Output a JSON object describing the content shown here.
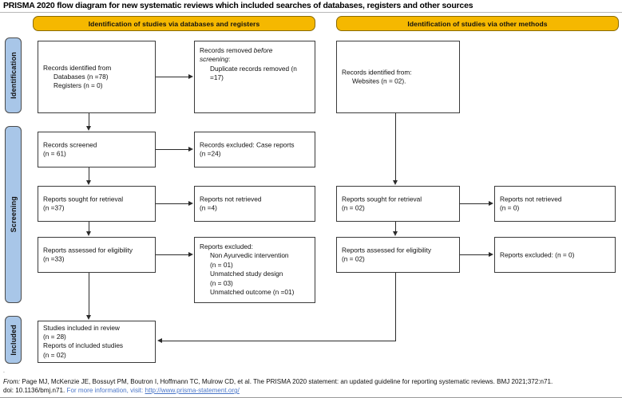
{
  "page": {
    "title": "PRISMA 2020 flow diagram for new systematic reviews which included searches of databases, registers and other sources",
    "tick_mark": "."
  },
  "colors": {
    "banner_fill": "#f5b800",
    "banner_border": "#8a6a00",
    "stage_fill": "#a8c6e8",
    "box_border": "#3b3b3b",
    "link": "#4a76c8"
  },
  "banners": [
    {
      "id": "databases-registers",
      "label": "Identification of studies via databases and registers"
    },
    {
      "id": "other-methods",
      "label": "Identification of studies via other methods"
    }
  ],
  "stages": [
    {
      "id": "identification",
      "label": "Identification"
    },
    {
      "id": "screening",
      "label": "Screening"
    },
    {
      "id": "included",
      "label": "Included"
    }
  ],
  "boxes": {
    "records_identified": {
      "lines": [
        "Records identified from",
        "Databases (n =78)",
        "Registers (n = 0)"
      ]
    },
    "records_removed": {
      "line1": "Records removed ",
      "line1_italic": "before",
      "line2_italic": "screening",
      "line2_tail": ":",
      "line3": "Duplicate records removed (n",
      "line4": "=17)"
    },
    "records_identified_other": {
      "lines": [
        "Records identified from:",
        "Websites (n = 02)."
      ]
    },
    "records_screened": {
      "lines": [
        "Records screened",
        "(n = 61)"
      ]
    },
    "records_excluded": {
      "lines": [
        "Records excluded: Case reports",
        "(n =24)"
      ]
    },
    "reports_sought": {
      "lines": [
        "Reports sought for retrieval",
        "(n =37)"
      ]
    },
    "reports_not_retrieved": {
      "lines": [
        "Reports not retrieved",
        "(n =4)"
      ]
    },
    "reports_sought_other": {
      "lines": [
        "Reports sought for retrieval",
        "(n = 02)"
      ]
    },
    "reports_not_retrieved_other": {
      "lines": [
        "Reports not retrieved",
        "(n = 0)"
      ]
    },
    "reports_assessed": {
      "lines": [
        "Reports assessed for eligibility",
        "(n =33)"
      ]
    },
    "reports_excluded": {
      "header": "Reports excluded:",
      "items": [
        "Non Ayurvedic intervention",
        "(n = 01)",
        "Unmatched study design",
        "(n = 03)",
        "Unmatched outcome (n =01)"
      ]
    },
    "reports_assessed_other": {
      "lines": [
        "Reports assessed for eligibility",
        "(n = 02)"
      ]
    },
    "reports_excluded_other": {
      "lines": [
        "Reports excluded: (n = 0)"
      ]
    },
    "studies_included": {
      "lines": [
        "Studies included in review",
        "(n = 28)",
        "Reports of included studies",
        "(n = 02)"
      ]
    }
  },
  "footer": {
    "from_label": "From:",
    "citation": "Page MJ, McKenzie JE, Bossuyt PM, Boutron I, Hoffmann TC, Mulrow CD, et al. The PRISMA 2020 statement: an updated guideline for reporting systematic reviews. BMJ 2021;372:n71.",
    "doi": "doi: 10.1136/bmj.n71.",
    "more_info": "For more information, visit:",
    "url": "http://www.prisma-statement.org/"
  }
}
